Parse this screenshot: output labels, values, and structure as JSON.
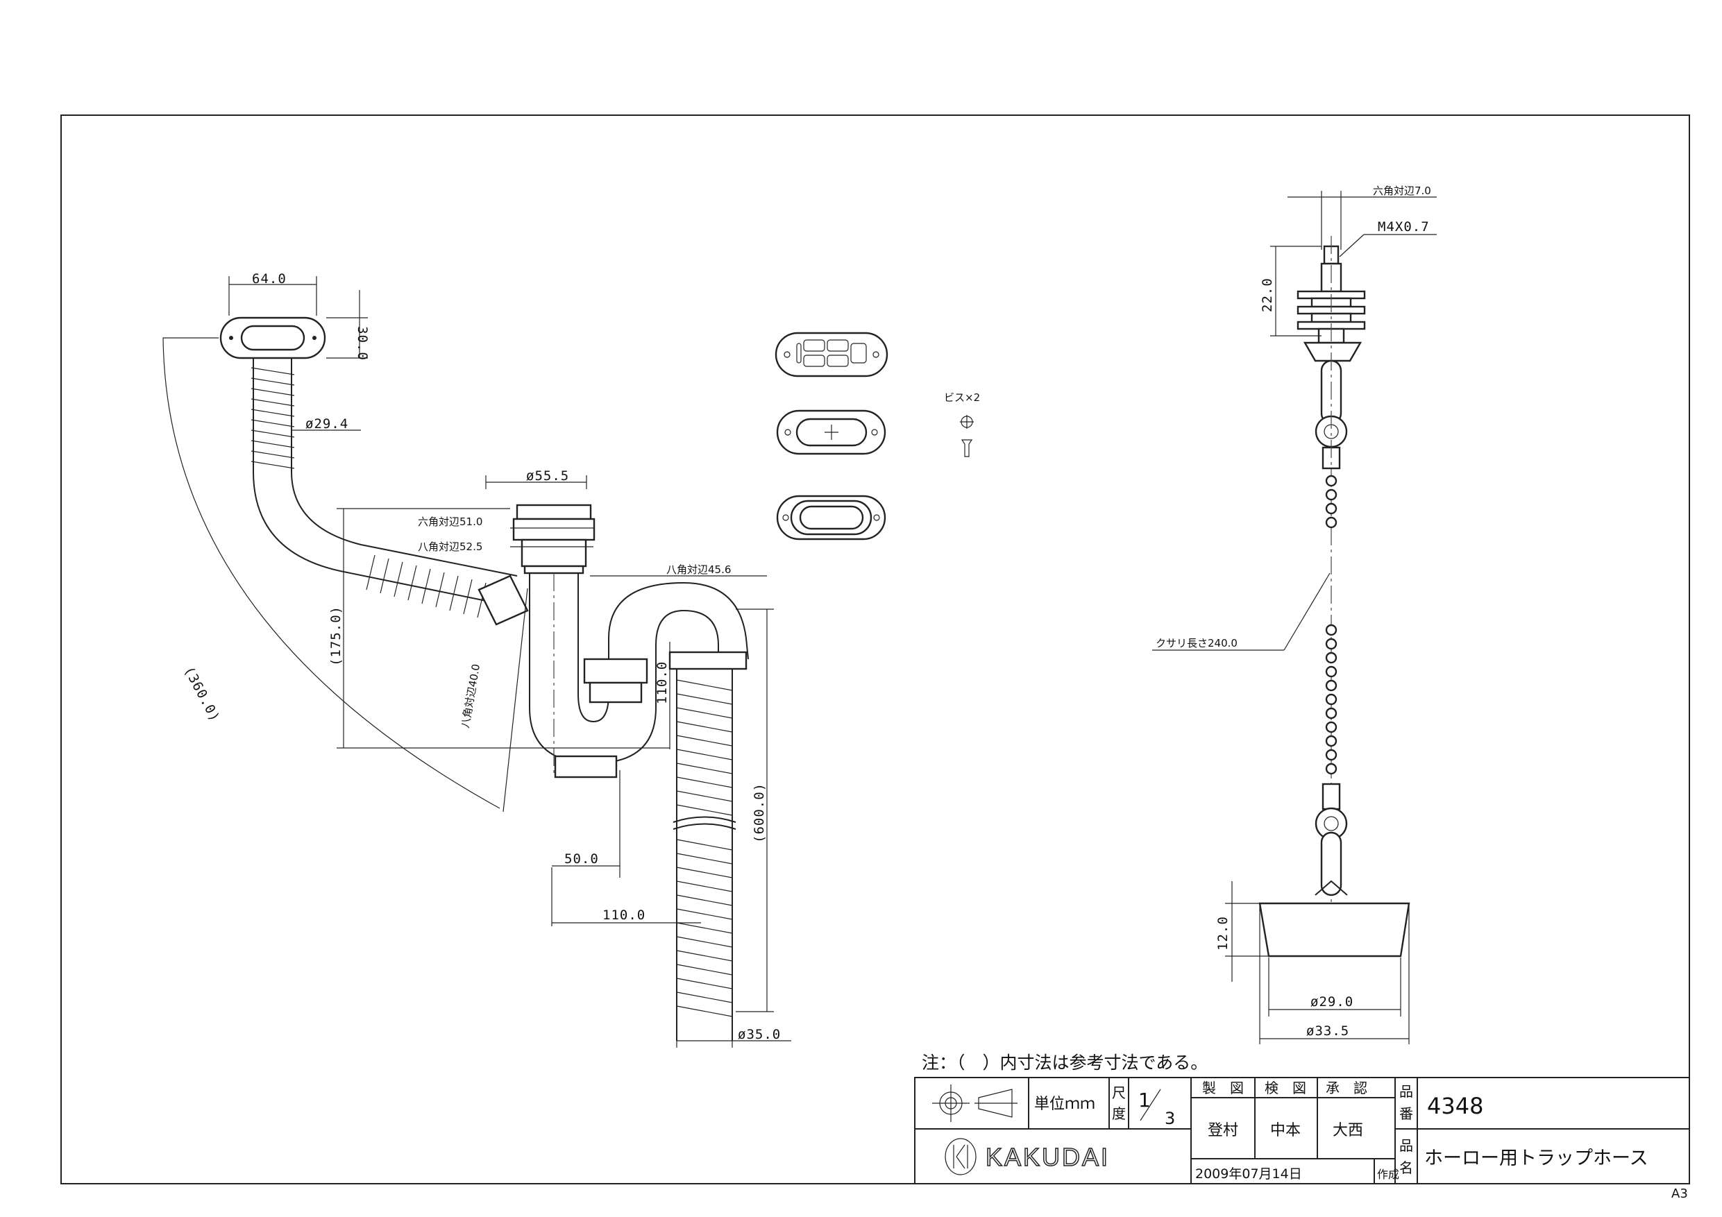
{
  "dimensions": {
    "d64": "64.0",
    "d30": "30.0",
    "d294": "ø29.4",
    "d360": "(360.0)",
    "d555": "ø55.5",
    "hex51": "六角対辺51.0",
    "oct52": "八角対辺52.5",
    "oct456": "八角対辺45.6",
    "d175": "(175.0)",
    "oct40": "八角対辺40.0",
    "d1100v": "110.0",
    "d600": "(600.0)",
    "d50": "50.0",
    "d110": "110.0",
    "d35": "ø35.0",
    "screws": "ビス×2",
    "hex7": "六角対辺7.0",
    "m4": "M4X0.7",
    "d22": "22.0",
    "chain": "クサリ長さ240.0",
    "d12": "12.0",
    "d290": "ø29.0",
    "d335": "ø33.5"
  },
  "note": "注：（　）内寸法は参考寸法である。",
  "title_block": {
    "unit": "単位ｍｍ",
    "scale_label_1": "尺",
    "scale_label_2": "度",
    "scale_num": "1",
    "scale_den": "3",
    "h_drawn": "製　図",
    "h_checked": "検　図",
    "h_approved": "承　認",
    "drawn_by": "登村",
    "checked_by": "中本",
    "approved_by": "大西",
    "date": "2009年07月14日",
    "created": "作成",
    "hinban_1": "品",
    "hinban_2": "番",
    "part_no": "4348",
    "hinmei_1": "品",
    "hinmei_2": "名",
    "product_name": "ホーロー用トラップホース",
    "brand": "KAKUDAI"
  },
  "sheet_size": "A3"
}
